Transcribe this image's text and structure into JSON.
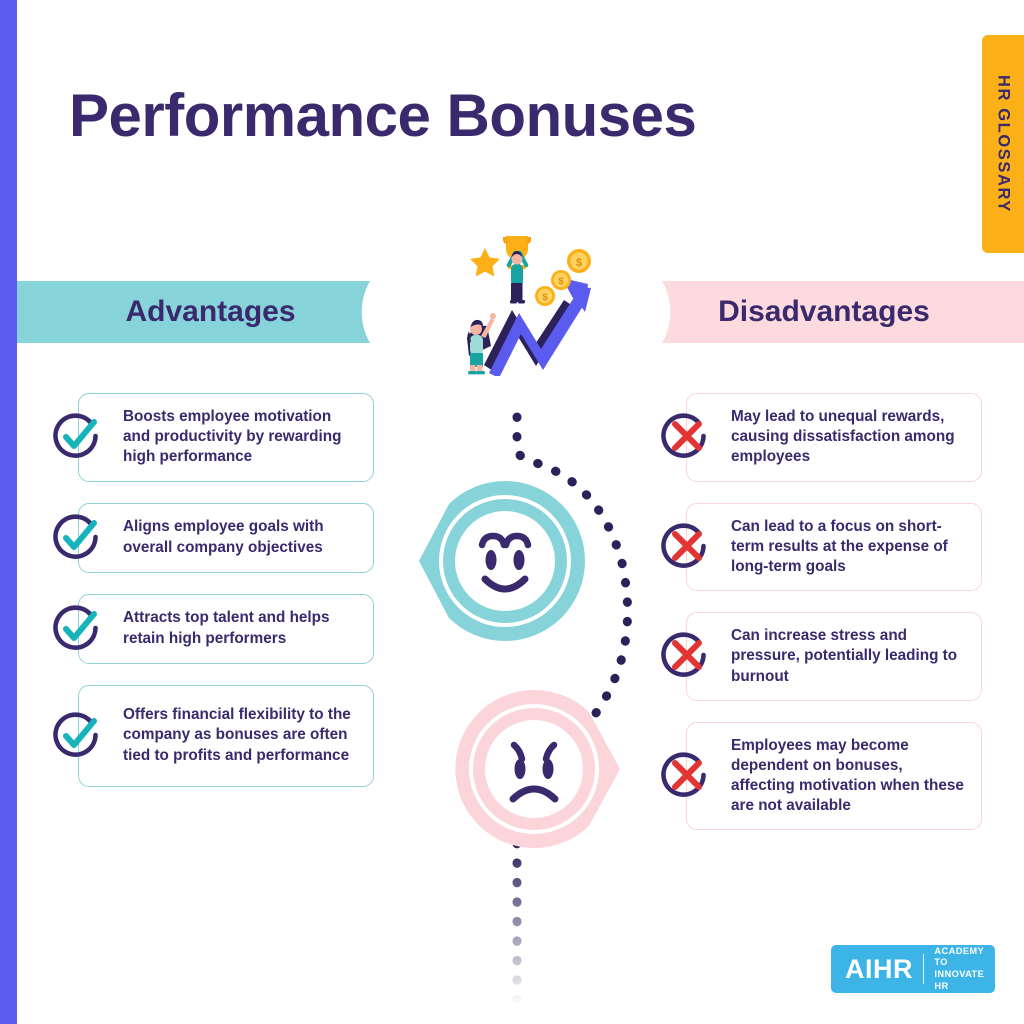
{
  "brand": {
    "accent_purple": "#5b5bf0",
    "navy": "#3a2a6d",
    "teal": "#87d3da",
    "teal_dark": "#17b3bb",
    "pink": "#fcdade",
    "red": "#e33434",
    "yellow": "#fcb018",
    "logo_blue": "#3cb4e5"
  },
  "glossary_tab": {
    "label": "HR GLOSSARY"
  },
  "title": "Performance Bonuses",
  "headers": {
    "left": "Advantages",
    "right": "Disadvantages"
  },
  "advantages": [
    {
      "icon": "check-circle-icon",
      "text": "Boosts employee motivation and productivity by rewarding high performance"
    },
    {
      "icon": "check-circle-icon",
      "text": "Aligns employee goals with overall company objectives"
    },
    {
      "icon": "check-circle-icon",
      "text": "Attracts top talent and helps retain high performers"
    },
    {
      "icon": "check-circle-icon",
      "text": "Offers financial flexibility to the company as bonuses are often tied to profits and performance"
    }
  ],
  "disadvantages": [
    {
      "icon": "cross-circle-icon",
      "text": "May lead to unequal rewards, causing dissatisfaction among employees"
    },
    {
      "icon": "cross-circle-icon",
      "text": "Can lead to a focus on short-term results at the expense of long-term goals"
    },
    {
      "icon": "cross-circle-icon",
      "text": "Can increase stress and pressure, potentially leading to burnout"
    },
    {
      "icon": "cross-circle-icon",
      "text": "Employees may become dependent on bonuses, affecting motivation when these are not available"
    }
  ],
  "center_graphics": {
    "happy_face": "happy-face-icon",
    "sad_face": "sad-face-icon",
    "path": "dotted-path-decoration",
    "hero": "growth-arrow-trophy-illustration"
  },
  "logo": {
    "wordmark": "AIHR",
    "tagline_line1": "ACADEMY TO",
    "tagline_line2": "INNOVATE HR"
  }
}
